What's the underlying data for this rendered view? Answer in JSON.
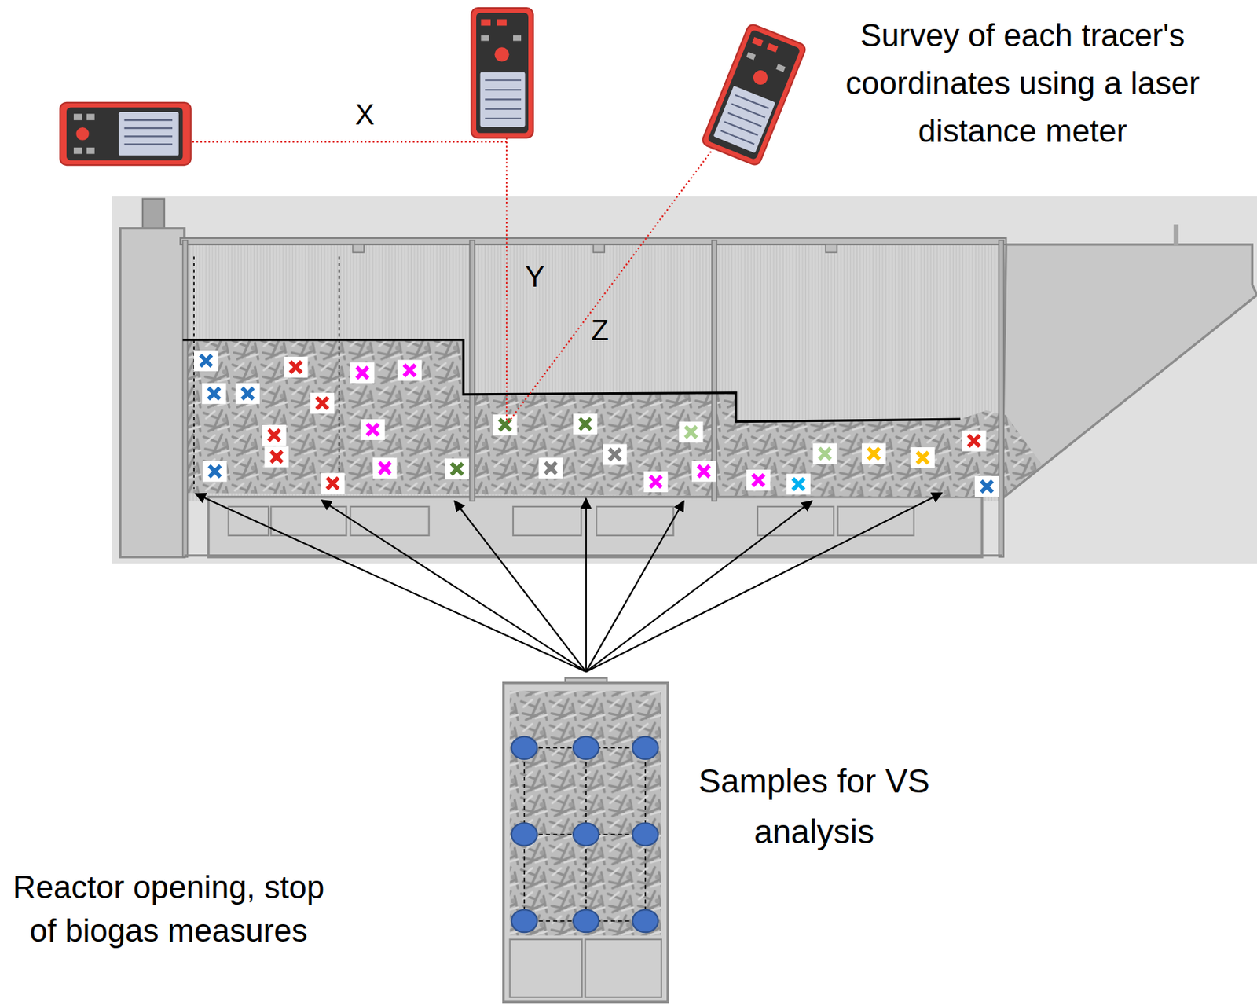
{
  "diagram": {
    "labels": [
      "Survey of each tracer's coordinates using a laser distance meter",
      "X",
      "Y",
      "Z",
      "Samples for VS analysis",
      "Reactor opening, stop of biogas measures"
    ]
  }
}
